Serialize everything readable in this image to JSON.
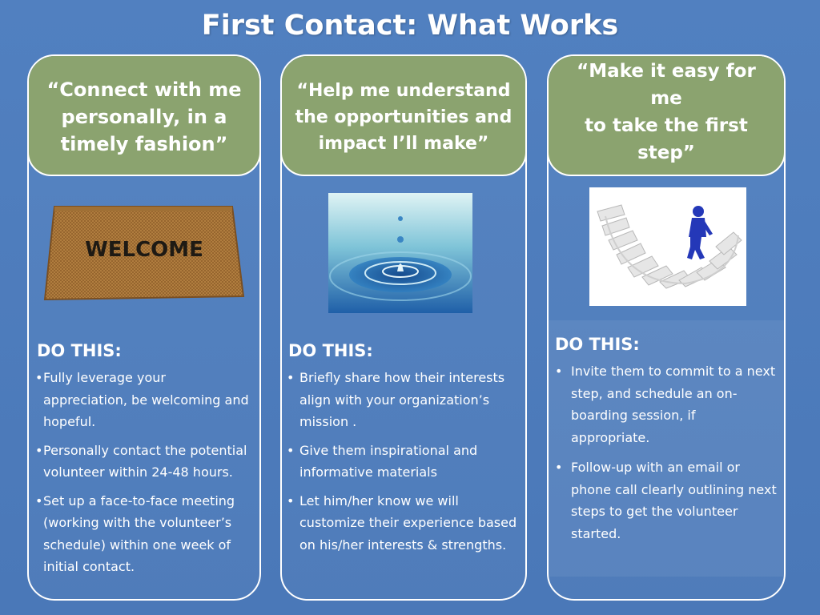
{
  "slide": {
    "title": "First Contact: What Works"
  },
  "cards": [
    {
      "quote": "“Connect with me personally, in a timely fashion”",
      "quote_lines": [
        "“Connect with me",
        "personally, in a",
        "timely fashion”"
      ],
      "image": "welcome-mat",
      "image_text": "WELCOME",
      "do_title": "DO THIS:",
      "bullets": [
        {
          "lines": [
            "Fully leverage your",
            "appreciation, be  welcoming and",
            "hopeful."
          ]
        },
        {
          "lines": [
            "Personally contact the potential",
            "volunteer within 24-48 hours."
          ]
        },
        {
          "lines": [
            "Set up a face-to-face meeting",
            "(working with the volunteer’s",
            "schedule) within one week of",
            "initial contact."
          ]
        }
      ]
    },
    {
      "quote_lines": [
        "“Help me understand",
        "the opportunities and",
        "impact I’ll make”"
      ],
      "image": "water-ripple",
      "do_title": "DO THIS:",
      "bullets": [
        {
          "lines": [
            "Briefly share how their interests",
            "align with your organization’s",
            "mission ."
          ]
        },
        {
          "lines": [
            "Give them inspirational and",
            "informative materials"
          ]
        },
        {
          "lines": [
            "Let him/her know we will",
            "customize their experience based",
            "on his/her interests & strengths."
          ]
        }
      ]
    },
    {
      "quote_lines": [
        "“Make it easy for me",
        "to take the first step”"
      ],
      "image": "figure-climbing-spiral-stairs",
      "do_title": "DO THIS:",
      "bullets": [
        {
          "lines": [
            "Invite them to commit to a next",
            "step, and schedule an on-",
            "boarding session, if",
            "appropriate."
          ]
        },
        {
          "lines": [
            "Follow-up with an email or",
            "phone call clearly outlining next",
            "steps to get the volunteer",
            "started."
          ]
        }
      ]
    }
  ],
  "colors": {
    "background": "#4f7bbd",
    "header_green": "#8ba36f",
    "border": "#ffffff",
    "text": "#ffffff"
  },
  "bullet_glyph": "•"
}
